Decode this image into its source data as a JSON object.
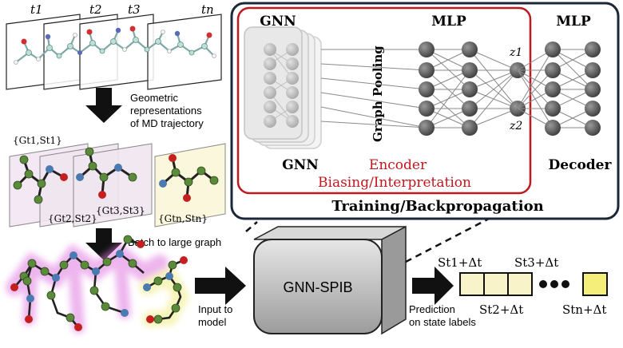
{
  "trajectory": {
    "frame_labels": [
      "t1",
      "t2",
      "t3",
      "tn"
    ],
    "caption": [
      "Geometric",
      "representations",
      "of MD trajectory"
    ],
    "graph_labels": [
      "{Gt1,St1}",
      "{Gt2,St2}",
      "{Gt3,St3}",
      "{Gtn,Stn}"
    ],
    "batch_label": "Batch to large graph"
  },
  "model": {
    "gnn_label": "GNN",
    "pooling_label": "Graph Pooling",
    "mlp_encoder_label": "MLP",
    "mlp_decoder_label": "MLP",
    "latent_labels": [
      "z1",
      "z2"
    ],
    "encoder_label": "Encoder",
    "biasing_label": "Biasing/Interpretation",
    "decoder_label": "Decoder",
    "training_label": "Training/Backpropagation"
  },
  "pipeline": {
    "input_label": [
      "Input to",
      "model"
    ],
    "block_label": "GNN-SPIB",
    "prediction_label": [
      "Prediction",
      "on state labels"
    ],
    "state_labels": [
      "St1+Δt",
      "St2+Δt",
      "St3+Δt",
      "Stn+Δt"
    ]
  },
  "colors": {
    "encoder_box": "#c0181f",
    "outer_box": "#1b2838",
    "node_gray": "#555555",
    "atom_green": "#5a8a3a",
    "atom_red": "#c42020",
    "atom_blue": "#4a7ab0",
    "label_yellow": "#f8f3c8",
    "label_yellow_final": "#f6ee7a"
  }
}
